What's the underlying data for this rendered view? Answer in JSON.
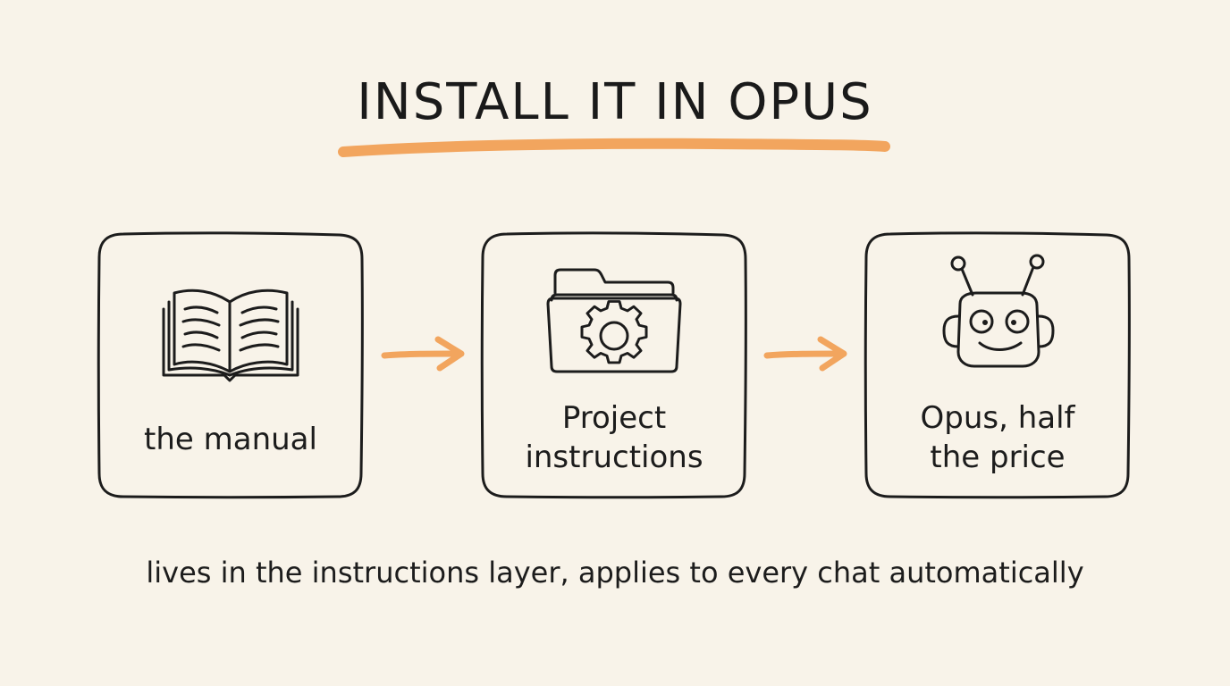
{
  "title": "INSTALL IT IN OPUS",
  "steps": [
    {
      "label_line1": "the manual",
      "label_line2": "",
      "icon": "open-book-icon"
    },
    {
      "label_line1": "Project",
      "label_line2": "instructions",
      "icon": "folder-gear-icon"
    },
    {
      "label_line1": "Opus, half",
      "label_line2": "the price",
      "icon": "robot-icon"
    }
  ],
  "footer": "lives in the instructions layer, applies to every chat automatically",
  "colors": {
    "background": "#f8f3e9",
    "ink": "#1c1c1c",
    "accent": "#f2a55e"
  }
}
